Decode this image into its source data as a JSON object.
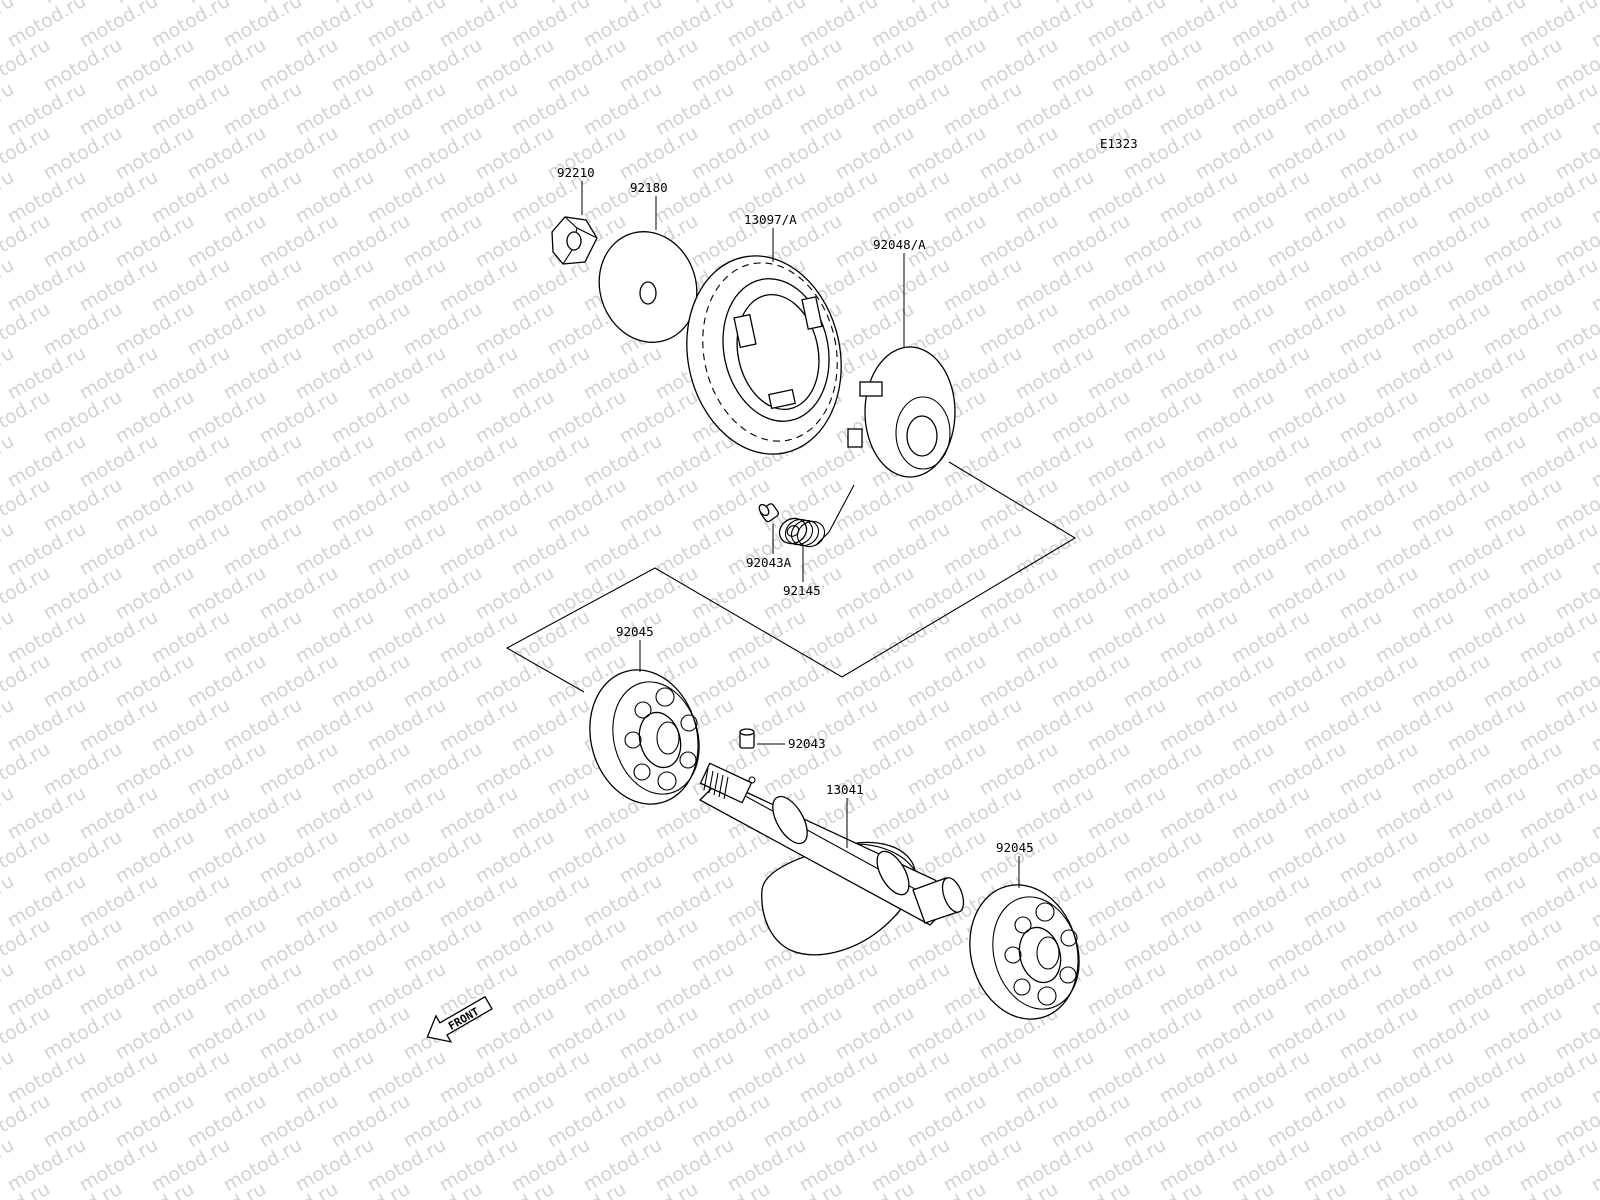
{
  "diagram": {
    "ref_code": "E1323",
    "watermark_text": "motod.ru",
    "front_label": "FRONT",
    "parts": [
      {
        "id": "92210",
        "label": "92210",
        "depicts": "nut"
      },
      {
        "id": "92180",
        "label": "92180",
        "depicts": "washer"
      },
      {
        "id": "13097A",
        "label": "13097/A",
        "depicts": "gear"
      },
      {
        "id": "92048A",
        "label": "92048/A",
        "depicts": "ring"
      },
      {
        "id": "92043A",
        "label": "92043A",
        "depicts": "pin"
      },
      {
        "id": "92145",
        "label": "92145",
        "depicts": "spring"
      },
      {
        "id": "92045-upper",
        "label": "92045",
        "depicts": "ball-bearing"
      },
      {
        "id": "92043",
        "label": "92043",
        "depicts": "pin"
      },
      {
        "id": "13041",
        "label": "13041",
        "depicts": "balancer-shaft"
      },
      {
        "id": "92045-lower",
        "label": "92045",
        "depicts": "ball-bearing"
      }
    ]
  }
}
